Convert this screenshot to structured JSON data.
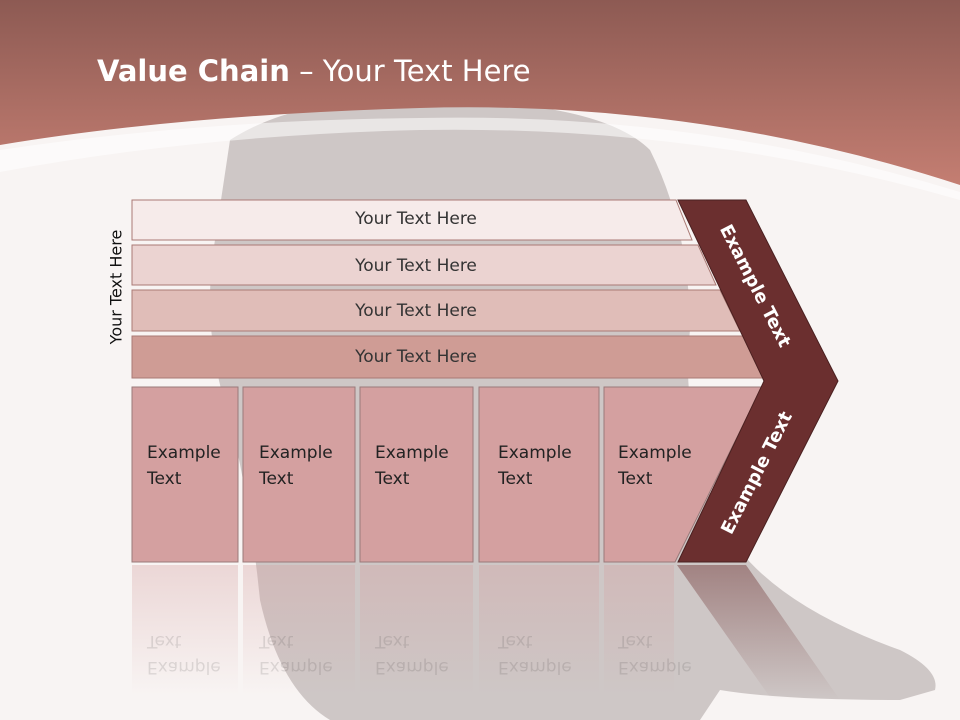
{
  "title": {
    "bold": "Value Chain",
    "rest": " – Your Text Here"
  },
  "side_label": "Your Text Here",
  "bars": [
    {
      "label": "Your Text Here",
      "color": "#f6ebea"
    },
    {
      "label": "Your Text Here",
      "color": "#ebd3d1"
    },
    {
      "label": "Your Text Here",
      "color": "#e0bdb8"
    },
    {
      "label": "Your Text Here",
      "color": "#cf9c95"
    }
  ],
  "boxes": [
    {
      "line1": "Example",
      "line2": "Text"
    },
    {
      "line1": "Example",
      "line2": "Text"
    },
    {
      "line1": "Example",
      "line2": "Text"
    },
    {
      "line1": "Example",
      "line2": "Text"
    },
    {
      "line1": "Example",
      "line2": "Text"
    }
  ],
  "arrow": {
    "upper": "Example Text",
    "lower": "Example Text"
  },
  "colors": {
    "header": "#b5746a",
    "arrow": "#6b2f2f",
    "box": "#d4a0a0"
  }
}
